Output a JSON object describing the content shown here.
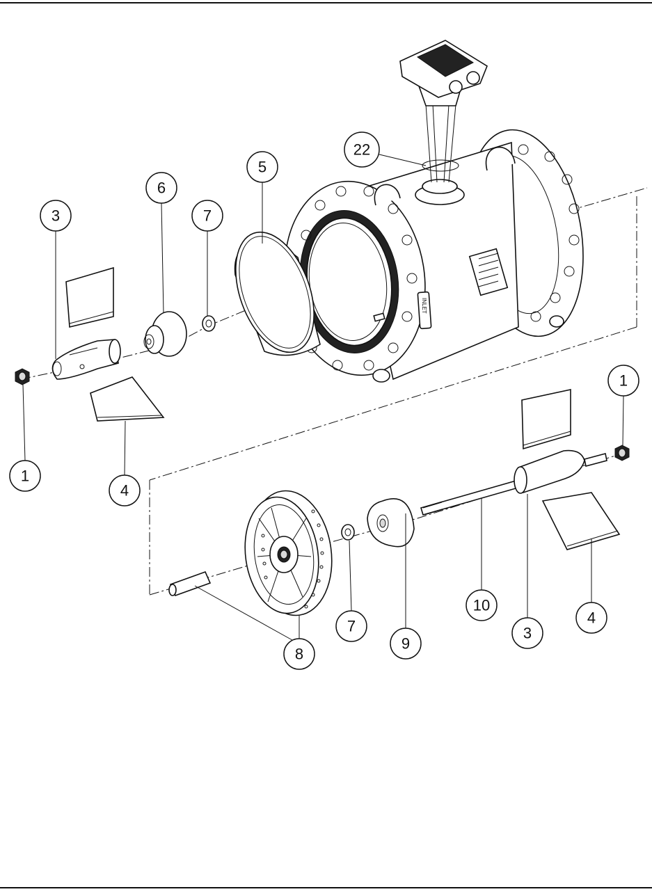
{
  "nameplate_label": "INLET",
  "callouts": [
    {
      "id": "c1a",
      "label": "1"
    },
    {
      "id": "c3a",
      "label": "3"
    },
    {
      "id": "c4a",
      "label": "4"
    },
    {
      "id": "c6",
      "label": "6"
    },
    {
      "id": "c7a",
      "label": "7"
    },
    {
      "id": "c5",
      "label": "5"
    },
    {
      "id": "c22",
      "label": "22"
    },
    {
      "id": "c1b",
      "label": "1"
    },
    {
      "id": "c8",
      "label": "8"
    },
    {
      "id": "c7b",
      "label": "7"
    },
    {
      "id": "c9",
      "label": "9"
    },
    {
      "id": "c10",
      "label": "10"
    },
    {
      "id": "c3b",
      "label": "3"
    },
    {
      "id": "c4b",
      "label": "4"
    }
  ]
}
